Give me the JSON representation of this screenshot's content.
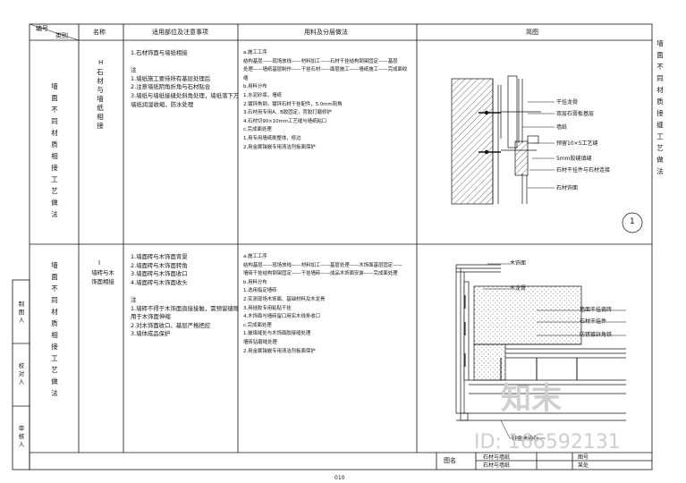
{
  "header": {
    "corner_top": "编号",
    "corner_bottom": "类别",
    "name": "名称",
    "scope": "适用部位及注意事项",
    "materials": "用料及分层做法",
    "section": "简图"
  },
  "right_title": "墙面不同材质接缝工艺做法",
  "rows": [
    {
      "category": "墙面不同材质相接工艺做法",
      "code": "H",
      "name": "石材与墙纸相接",
      "notes": [
        "1.石材饰面与墙纸相接",
        "",
        "注",
        "1.墙纸施工要待所有基层处理后",
        "2.注意墙纸阴角折角与石材贴合",
        "3.墙纸与墙纸接缝处斜角处理，墙纸落下方",
        "墙纸润湿收缩，防水处理"
      ],
      "materials": [
        "a.施工工序",
        "结构基层——现场放线——材料加工——石材干挂结构钢架固定——基层",
        "处理——墙纸基层制作——干挂石材——面层施工——墙纸施工——完成面收",
        "缩",
        "b.用料分布",
        "1.水泥砂浆，墙纸",
        "2.镀锌角钢，镀锌石材干挂配件，5.0mm阳角",
        "3.石材用专用A、B胶固定，背胶打磨修护",
        "4.石材切90×10mm工艺缝与墙纸粘口",
        "c.完成面处理",
        "1.用专用墙纸刷整体，修边",
        "2.用金属镶嵌专用清洁剂板面保护"
      ],
      "callouts": [
        "干挂龙骨",
        "双层石膏板基层",
        "墙纸",
        "预留10×5工艺缝",
        "5mm胶缝填缝",
        "石材干挂件与石材连接",
        "石材饰面"
      ],
      "detail_no": "1"
    },
    {
      "category": "墙面不同材质相接工艺做法",
      "code": "I",
      "name": "墙砖与木饰面相接",
      "notes": [
        "1.墙面砖与木饰面背景",
        "2.墙面砖与木饰面转角",
        "3.墙面砖与木饰面收口",
        "4.墙面砖与木饰面收头",
        "",
        "注",
        "1.墙砖不得于木饰面直接接触，需预留缝隙",
        "用于木饰面伸缩",
        "2.对木饰面收口、基层严格把控",
        "3.墙体成品保护"
      ],
      "materials": [
        "a.施工工序",
        "结构基层——现场放线——材料加工——基层处理——木饰面基层固定——",
        "墙砖干挂结构钢架固定——干挂墙砖——成品木饰面安装——完成面处理",
        "b.用料分布",
        "1.选用指定墙砖",
        "2.实测现场木饰面、基础材料及木龙骨",
        "3.用硅胶专用粘贴干挂",
        "4.木饰面与墙砖留口用实木线条收口",
        "c.完成面处理",
        "1.嵌填缝处与木饰面胶接缝处理",
        "墙砖钻磨缝处理",
        "2.用金属镶嵌专用清洁剂板面保护"
      ],
      "callouts": [
        "木饰面",
        "木龙骨",
        "墙面干挂瓷砖",
        "石材干挂件",
        "防锈镀锌角铁",
        "镀金收边条"
      ]
    }
  ],
  "side_labels": [
    "制图人",
    "校对人",
    "审核人"
  ],
  "titleblock": {
    "label": "图名",
    "title1": "石材与墙纸",
    "title2": "石材与墙纸",
    "right_label": "图号",
    "right_value": "某处"
  },
  "page_no": "010",
  "watermark": {
    "logo": "知末",
    "id": "ID: 166592131"
  }
}
